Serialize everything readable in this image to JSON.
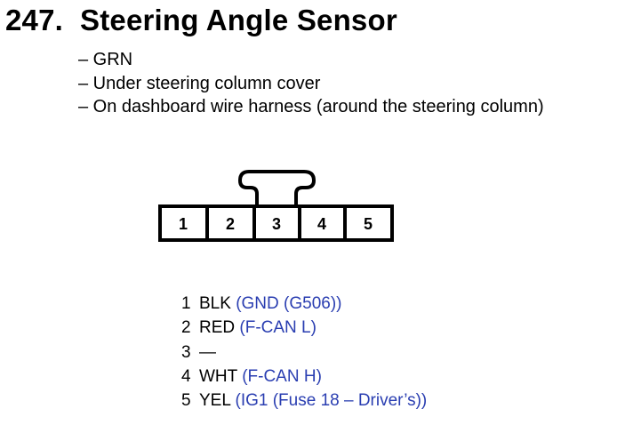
{
  "title": {
    "number": "247.",
    "name": "Steering Angle Sensor"
  },
  "info": [
    "– GRN",
    "– Under steering column cover",
    "– On dashboard wire harness (around the steering column)"
  ],
  "connector": {
    "pin_labels": [
      "1",
      "2",
      "3",
      "4",
      "5"
    ]
  },
  "pins": [
    {
      "number": "1",
      "color": "BLK",
      "circuit": "(GND (G506))"
    },
    {
      "number": "2",
      "color": "RED",
      "circuit": "(F-CAN L)"
    },
    {
      "number": "3",
      "color": "—",
      "circuit": ""
    },
    {
      "number": "4",
      "color": "WHT",
      "circuit": "(F-CAN H)"
    },
    {
      "number": "5",
      "color": "YEL",
      "circuit": "(IG1 (Fuse 18 – Driver’s))"
    }
  ],
  "colors": {
    "circuit_text": "#2a3eb1",
    "text": "#000000"
  }
}
